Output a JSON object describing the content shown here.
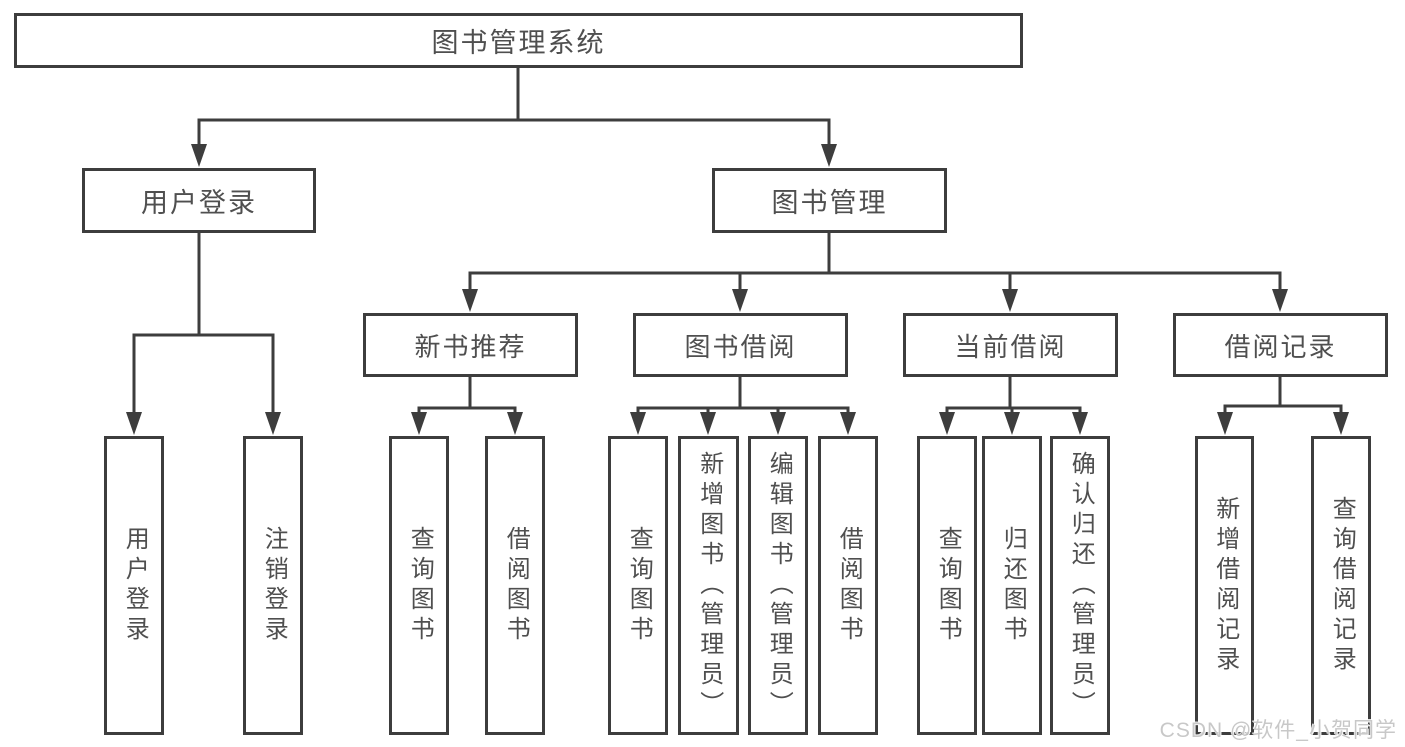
{
  "diagram": {
    "root": "图书管理系统",
    "level2": {
      "user_login": "用户登录",
      "book_management": "图书管理"
    },
    "level3": {
      "new_book_recommend": "新书推荐",
      "book_borrow": "图书借阅",
      "current_borrow": "当前借阅",
      "borrow_record": "借阅记录"
    },
    "leaves": {
      "user_login": [
        "用户登录",
        "注销登录"
      ],
      "new_book_recommend": [
        "查询图书",
        "借阅图书"
      ],
      "book_borrow": [
        "查询图书",
        "新增图书（管理员）",
        "编辑图书（管理员）",
        "借阅图书"
      ],
      "current_borrow": [
        "查询图书",
        "归还图书",
        "确认归还（管理员）"
      ],
      "borrow_record": [
        "新增借阅记录",
        "查询借阅记录"
      ]
    }
  },
  "watermark": {
    "text": "CSDN @软件_小贺同学"
  },
  "colors": {
    "line": "#3d3d3d",
    "text": "#4f4f4f",
    "watermark": "#c8c8c8",
    "bg": "#ffffff"
  }
}
